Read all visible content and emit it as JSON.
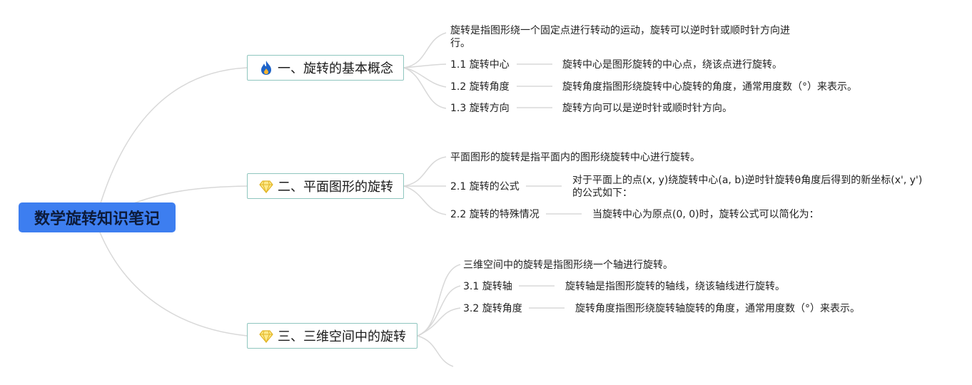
{
  "root": {
    "label": "数学旋转知识笔记",
    "color": "#3d7ef0"
  },
  "branches": [
    {
      "title": "一、旋转的基本概念",
      "icon": "fire-icon",
      "intro": "旋转是指图形绕一个固定点进行转动的运动，旋转可以逆时针或顺时针方向进行。",
      "items": [
        {
          "label": "1.1 旋转中心",
          "desc": "旋转中心是图形旋转的中心点，绕该点进行旋转。"
        },
        {
          "label": "1.2 旋转角度",
          "desc": "旋转角度指图形绕旋转中心旋转的角度，通常用度数（°）来表示。"
        },
        {
          "label": "1.3 旋转方向",
          "desc": "旋转方向可以是逆时针或顺时针方向。"
        }
      ]
    },
    {
      "title": "二、平面图形的旋转",
      "icon": "diamond-icon",
      "intro": "平面图形的旋转是指平面内的图形绕旋转中心进行旋转。",
      "items": [
        {
          "label": "2.1 旋转的公式",
          "desc": "对于平面上的点(x, y)绕旋转中心(a, b)逆时针旋转θ角度后得到的新坐标(x', y')的公式如下："
        },
        {
          "label": "2.2 旋转的特殊情况",
          "desc": "当旋转中心为原点(0, 0)时，旋转公式可以简化为："
        }
      ]
    },
    {
      "title": "三、三维空间中的旋转",
      "icon": "diamond-icon",
      "intro": "三维空间中的旋转是指图形绕一个轴进行旋转。",
      "items": [
        {
          "label": "3.1 旋转轴",
          "desc": "旋转轴是指图形旋转的轴线，绕该轴线进行旋转。"
        },
        {
          "label": "3.2 旋转角度",
          "desc": "旋转角度指图形绕旋转轴旋转的角度，通常用度数（°）来表示。"
        }
      ]
    }
  ]
}
